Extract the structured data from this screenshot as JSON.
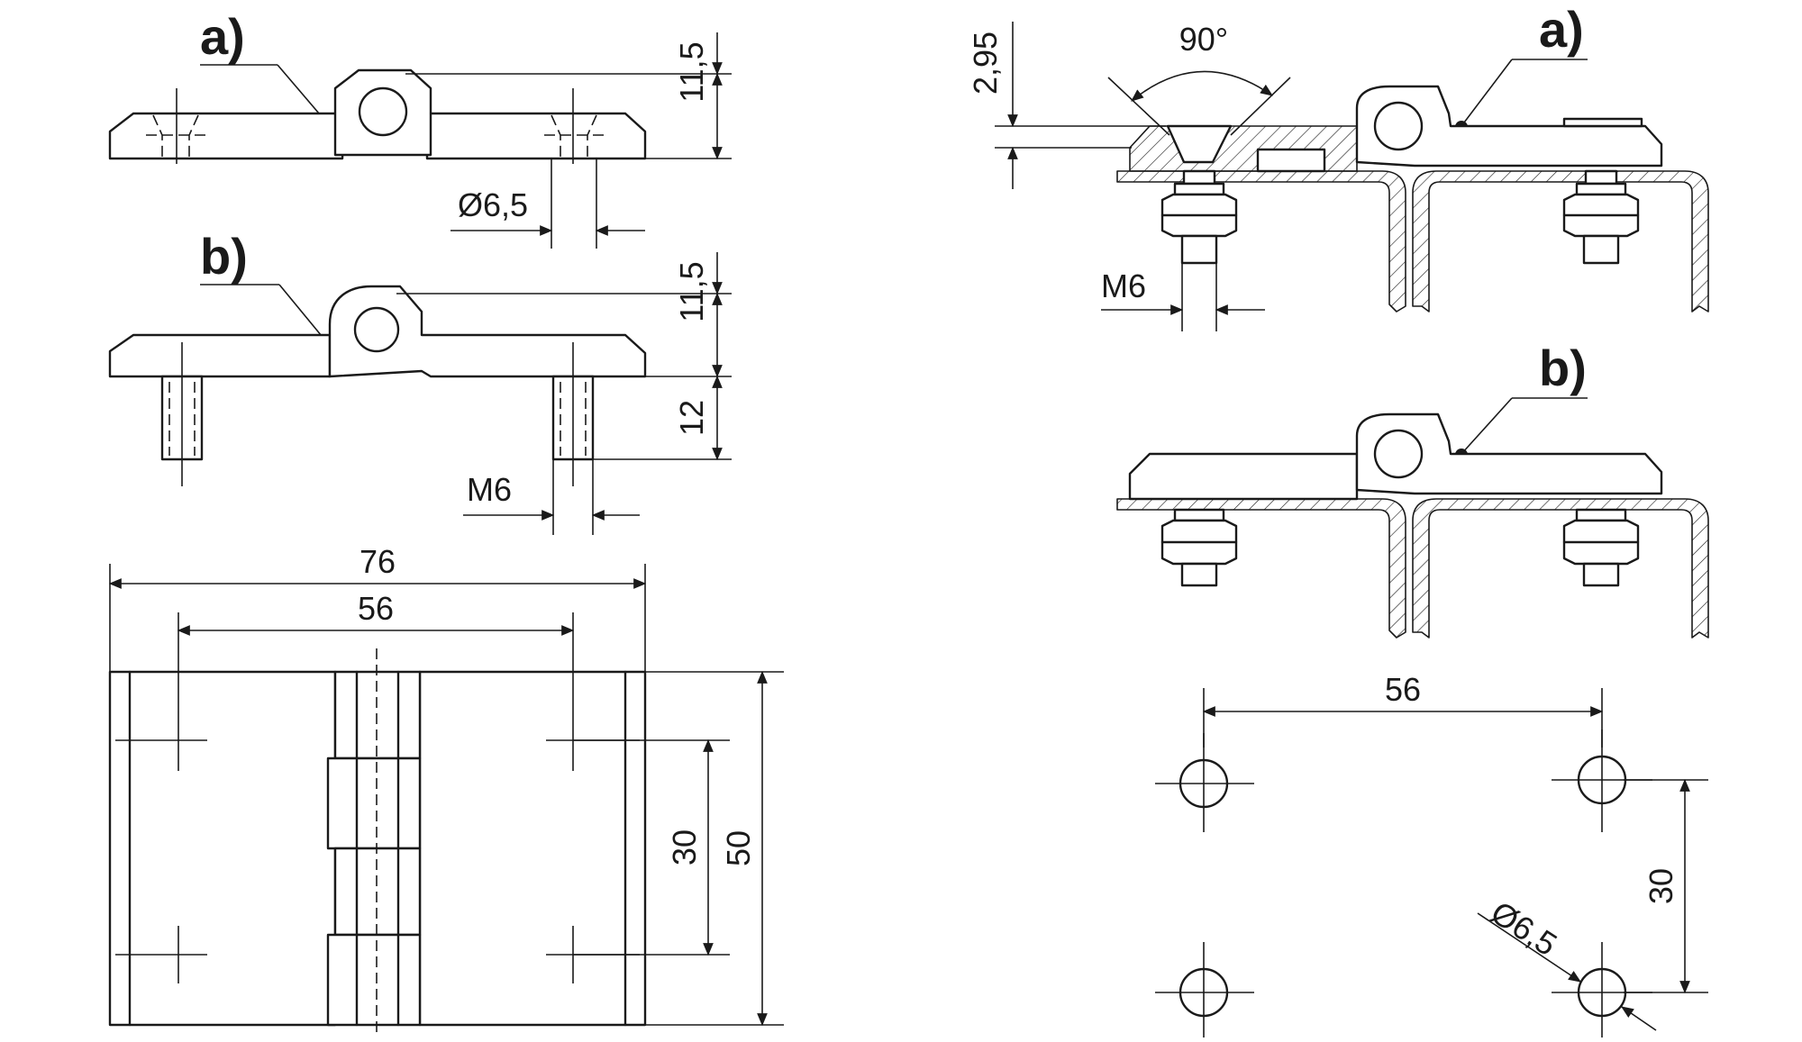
{
  "labels": {
    "a": "a)",
    "b": "b)"
  },
  "left_views": {
    "dim_height_a": "11,5",
    "dim_hole_a": "Ø6,5",
    "dim_height_b": "11,5",
    "dim_stud_length_b": "12",
    "dim_thread_b": "M6"
  },
  "plan_view": {
    "dim_overall_width": "76",
    "dim_hole_spacing": "56",
    "dim_hole_height": "30",
    "dim_overall_height": "50"
  },
  "right_views": {
    "dim_countersink_depth": "2,95",
    "dim_countersink_angle": "90°",
    "dim_thread": "M6",
    "label_a": "a)",
    "label_b": "b)"
  },
  "hole_pattern": {
    "dim_spacing_x": "56",
    "dim_spacing_y": "30",
    "dim_diameter": "Ø6,5"
  }
}
